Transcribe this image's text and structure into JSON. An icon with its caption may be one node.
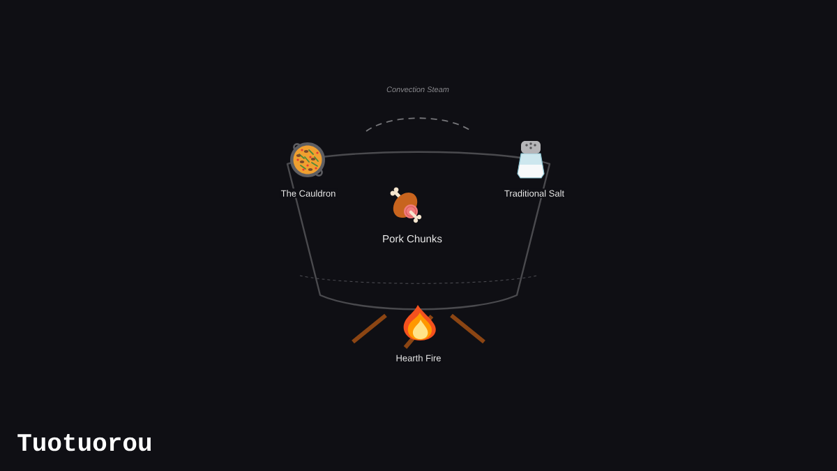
{
  "diagram": {
    "title": "Tuotuorou",
    "nodes": [
      {
        "text": [
          "The Cauldron"
        ]
      },
      {
        "text": [
          "Traditional Salt"
        ]
      },
      {
        "text": [
          "Pork Chunks"
        ]
      },
      {
        "text": [
          "Hearth Fire"
        ]
      }
    ],
    "labels": [
      "Convection Steam"
    ]
  }
}
